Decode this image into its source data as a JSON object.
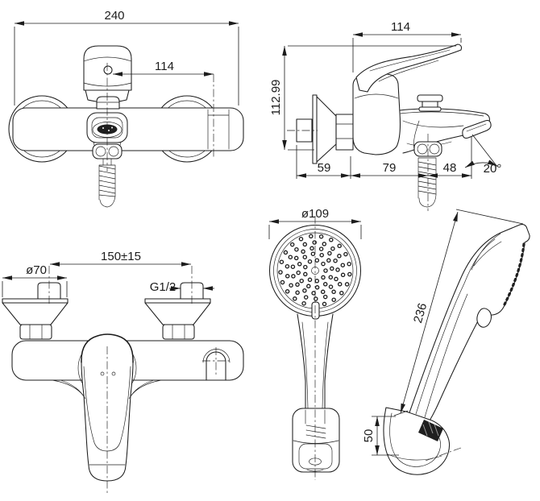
{
  "drawing": {
    "subject": "Wall-mounted bath shower mixer with hand shower - dimensioned technical drawing",
    "background": "#ffffff",
    "line_color": "#1c1c1c",
    "dark_fill": "#1f1f1f"
  },
  "views": {
    "front": {
      "label": "mixer front view",
      "dims": {
        "overall_width": "240",
        "center_to_mount": "114"
      }
    },
    "side": {
      "label": "mixer side view",
      "dims": {
        "handle_reach": "114",
        "overall_height": "112.99",
        "wall_to_center": "59",
        "center_to_hose": "79",
        "hose_to_spout": "48",
        "spout_angle": "20°"
      }
    },
    "top": {
      "label": "mixer top view",
      "dims": {
        "mount_spacing": "150±15",
        "escutcheon_diameter": "ø70",
        "thread": "G1/2"
      }
    },
    "shower_front": {
      "label": "hand shower front view",
      "dims": {
        "head_diameter": "ø109"
      }
    },
    "shower_side": {
      "label": "hand shower side view",
      "dims": {
        "length": "236",
        "bracket_height": "50"
      }
    }
  }
}
